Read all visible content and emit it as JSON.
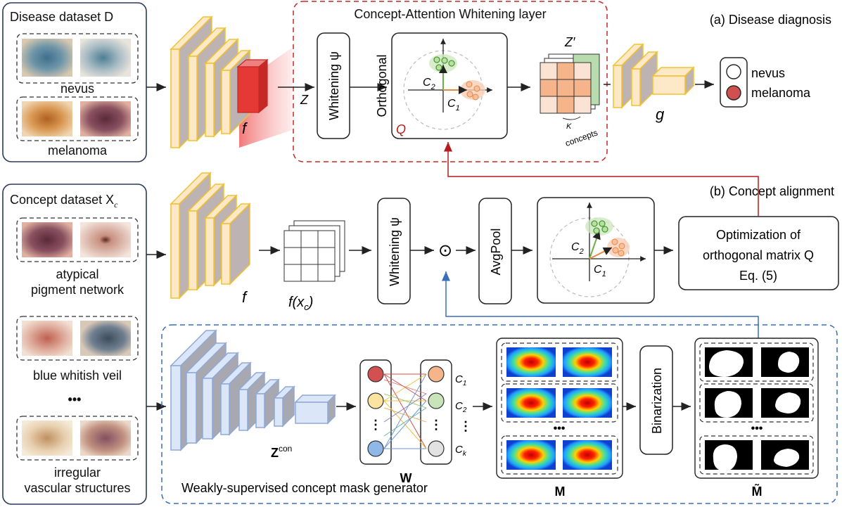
{
  "disease_panel": {
    "title": "Disease dataset D",
    "class_labels": [
      "nevus",
      "melanoma"
    ]
  },
  "concept_panel": {
    "title": "Concept dataset X",
    "title_sub": "c",
    "concepts": [
      "atypical",
      "pigment network",
      "blue whitish veil",
      "•••",
      "irregular",
      "vascular structures"
    ]
  },
  "caw_layer": {
    "title": "Concept-Attention Whitening layer",
    "whitening_label": "Whitening ψ",
    "orthogonal_label": "Orthogonal",
    "q_label": "Q",
    "z_label": "Z",
    "z_prime_label": "Z′",
    "k_label": "K",
    "concepts_label": "concepts"
  },
  "labels": {
    "f_top": "f",
    "f_mid": "f",
    "f_xc": "f(x",
    "f_xc_sub": "c",
    "f_xc_close": ")",
    "g": "g",
    "c1": "C",
    "c2": "C",
    "ck": "C",
    "sub1": "1",
    "sub2": "2",
    "subk": "k",
    "odot": "⊙",
    "dots": "⋮"
  },
  "section_titles": {
    "a": "(a) Disease diagnosis",
    "b": "(b) Concept alignment"
  },
  "legend": {
    "nevus": "nevus",
    "melanoma": "melanoma"
  },
  "alignment": {
    "whitening_label": "Whitening ψ",
    "avgpool_label": "AvgPool",
    "optimization_lines": [
      "Optimization of",
      "orthogonal matrix Q",
      "Eq. (5)"
    ]
  },
  "mask_generator": {
    "title": "Weakly-supervised concept mask generator",
    "zcon": "Z",
    "zcon_sup": "con",
    "w_label": "W",
    "m_label": "M",
    "mtilde_label": "M̃",
    "binarization_label": "Binarization",
    "ellipsis": "•••"
  },
  "colors": {
    "yellow_edge": "#f2c12e",
    "red_block": "#e53935",
    "dash_red": "#c62828",
    "dash_blue": "#3a6fb7",
    "blue_block": "#c9d9f5",
    "green": "#6ab04c",
    "orange": "#f0a070"
  }
}
